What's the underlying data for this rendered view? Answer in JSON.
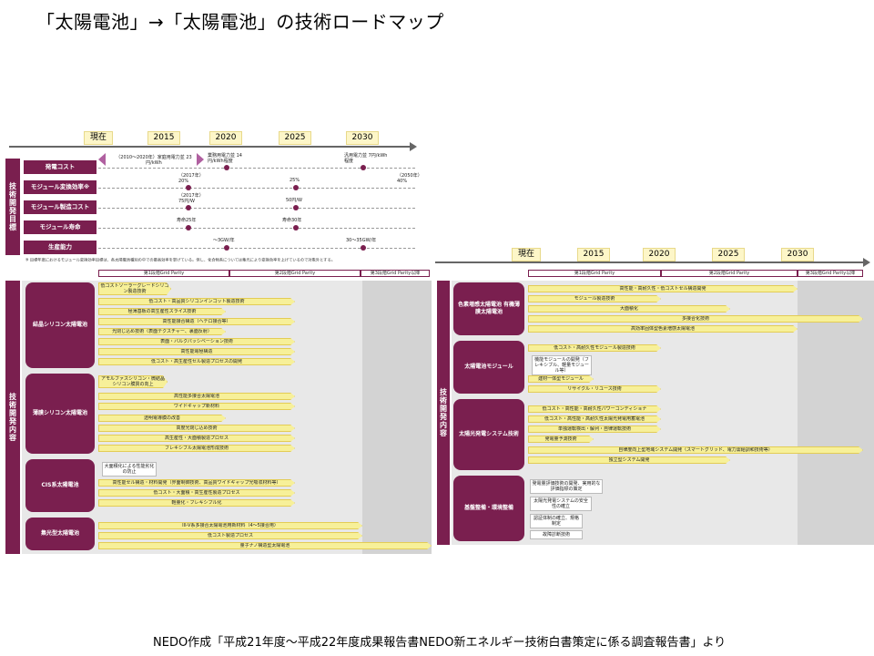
{
  "title": "「太陽電池」→「太陽電池」の技術ロードマップ",
  "source": "NEDO作成「平成21年度～平成22年度成果報告書NEDO新エネルギー技術白書策定に係る調査報告書」より",
  "left": {
    "years": [
      "現在",
      "2015",
      "2020",
      "2025",
      "2030"
    ],
    "targets_label": "技術開発目標",
    "targets": [
      "発電コスト",
      "モジュール変換効率※",
      "モジュール製造コスト",
      "モジュール寿命",
      "生産能力"
    ],
    "annotations": {
      "cost_now": "（2010～2020年）家庭用電力並 23円/kWh",
      "cost_2020": "業務用電力並 14円/kWh程度",
      "cost_2030": "汎用電力並 7円/kWh程度",
      "eff_2017": "（2017年）20%",
      "eff_2025": "25%",
      "eff_2050": "（2050年） 40%",
      "mfg_2017": "（2017年）75円/W",
      "mfg_2025": "50円/W",
      "life_2017": "寿命25年",
      "life_2025": "寿命30年",
      "prod_2020": "～3GW/年",
      "prod_2030": "30～35GW/年"
    },
    "footnote": "※ 目標年度におけるモジュール変換効率目標は、各太陽電池種別の中での最高効率を挙げている。但し、化合物系については集光により変換効率を上げているので対象外とする。",
    "phases": [
      "第1段階Grid Parity",
      "第2段階Grid Parity",
      "第3段階Grid Parity以降"
    ],
    "contents_label": "技術開発内容",
    "categories": [
      "結晶シリコン太陽電池",
      "薄膜シリコン太陽電池",
      "CIS系太陽電池",
      "集光型太陽電池"
    ],
    "crystal_bars": [
      "低コストソーラーグレードシリコン製造技術",
      "低コスト・高品質シリコンインゴット製造技術",
      "極薄基板の高生産性スライス技術",
      "高性能接合構造（ヘテロ接合等）",
      "光閉じ込め技術（表面テクスチャー、裏面反射）",
      "表面・バルクパッシベーション技術",
      "高性能電極構造",
      "低コスト・高生産性セル製造プロセスの開発"
    ],
    "thinfilm_bars": [
      "アモルファスシリコン・微結晶シリコン膜質の向上",
      "高性能多接合太陽電池",
      "ワイドギャップ新材料",
      "透明電導膜の改善",
      "高度光閉じ込め技術",
      "高生産性・大面積製造プロセス",
      "フレキシブル太陽電池形成技術"
    ],
    "cis_bars": [
      "大面積化による性能劣化の防止",
      "高性能セル構造・材料開発（界面制御技術、高品質ワイドギャップ光吸収材料等）",
      "低コスト・大面積・高生産性製造プロセス",
      "軽量化・フレキシブル化"
    ],
    "conc_bars": [
      "III-V系多接合太陽電池用新材料（4～5接合用）",
      "低コスト製造プロセス",
      "量子ナノ構造型太陽電池"
    ]
  },
  "right": {
    "years": [
      "現在",
      "2015",
      "2020",
      "2025",
      "2030"
    ],
    "phases": [
      "第1段階Grid Parity",
      "第2段階Grid Parity",
      "第3段階Grid Parity以降"
    ],
    "contents_label": "技術開発内容",
    "categories": [
      "色素増感太陽電池 有機薄膜太陽電池",
      "太陽電池モジュール",
      "太陽光発電システム技術",
      "基盤整備・環境整備"
    ],
    "dye_bars": [
      "高性能・高耐久性・低コストセル構造開発",
      "モジュール製造技術",
      "大面積化",
      "多接合化技術",
      "高効率固体型色素増感太陽電池"
    ],
    "module_bars": [
      "低コスト・高耐久性モジュール製造技術",
      "機能モジュールの開発（フレキシブル、軽量モジュール等）",
      "建材一体型モジュール",
      "リサイクル・リユース技術"
    ],
    "system_bars": [
      "低コスト・高性能・高耐久性パワーコンディショナ",
      "低コスト・高性能・高耐久性太陽光発電用蓄電池",
      "単独運転検出・解列・自律運転技術",
      "発電量予測技術",
      "自律度向上型地域システム開発（スマートグリッド、電力需給調和技術等）",
      "独立型システム開発"
    ],
    "infra_bars": [
      "発電量評価技術の開発、実用的な評価指標の策定",
      "太陽光発電システムの安全性の確立",
      "認証体制の確立、規格制定",
      "故障診断技術"
    ]
  }
}
